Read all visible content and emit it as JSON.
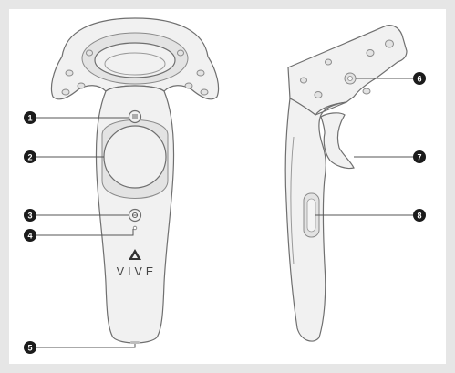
{
  "brand": {
    "logo_icon": "vive-logo-icon",
    "wordmark": "VIVE"
  },
  "callouts": [
    {
      "number": "1",
      "points_to": "menu-button"
    },
    {
      "number": "2",
      "points_to": "trackpad"
    },
    {
      "number": "3",
      "points_to": "system-button"
    },
    {
      "number": "4",
      "points_to": "status-light"
    },
    {
      "number": "5",
      "points_to": "micro-usb-port"
    },
    {
      "number": "6",
      "points_to": "tracking-sensor"
    },
    {
      "number": "7",
      "points_to": "trigger"
    },
    {
      "number": "8",
      "points_to": "grip-button"
    }
  ],
  "colors": {
    "frame": "#e6e6e6",
    "controller_body": "#f1f1f1",
    "outline": "#6f6f6f",
    "callout": "#1b1b1b"
  }
}
